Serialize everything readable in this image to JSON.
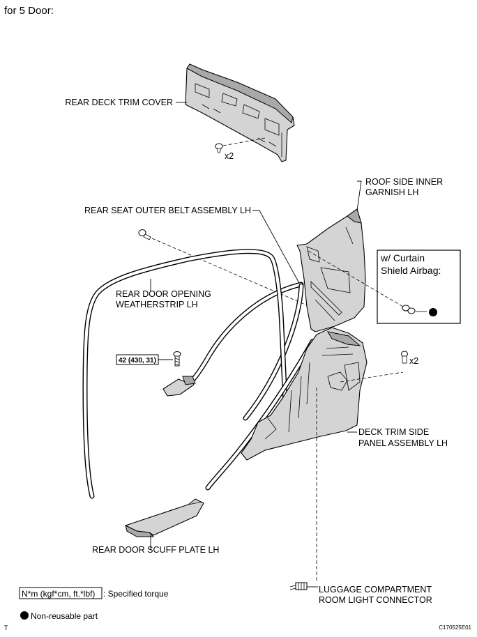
{
  "header": {
    "title": "for 5 Door:"
  },
  "callouts": {
    "rear_deck_trim_cover": "REAR DECK TRIM COVER",
    "qty_x2_top": "x2",
    "roof_side_inner_garnish_l1": "ROOF SIDE INNER",
    "roof_side_inner_garnish_l2": "GARNISH LH",
    "rear_seat_outer_belt": "REAR SEAT OUTER BELT ASSEMBLY LH",
    "rear_door_opening_ws_l1": "REAR DOOR OPENING",
    "rear_door_opening_ws_l2": "WEATHERSTRIP LH",
    "torque_value": "42 (430, 31)",
    "qty_x2_right": "x2",
    "deck_trim_side_panel_l1": "DECK TRIM SIDE",
    "deck_trim_side_panel_l2": "PANEL ASSEMBLY LH",
    "rear_door_scuff_plate": "REAR DOOR SCUFF PLATE LH",
    "luggage_light_l1": "LUGGAGE COMPARTMENT",
    "luggage_light_l2": "ROOM LIGHT CONNECTOR"
  },
  "airbag_box": {
    "line1": "w/ Curtain",
    "line2": "Shield Airbag:"
  },
  "legend": {
    "torque_unit": "N*m (kgf*cm, ft.*lbf)",
    "torque_desc": ": Specified torque",
    "non_reusable": "Non-reusable part"
  },
  "footer": {
    "left_mark": "T",
    "figure_code": "C170525E01"
  },
  "icons": {
    "bolt": "bolt-icon",
    "clip": "clip-icon",
    "non_reusable": "filled-circle-icon",
    "connector": "connector-icon"
  }
}
